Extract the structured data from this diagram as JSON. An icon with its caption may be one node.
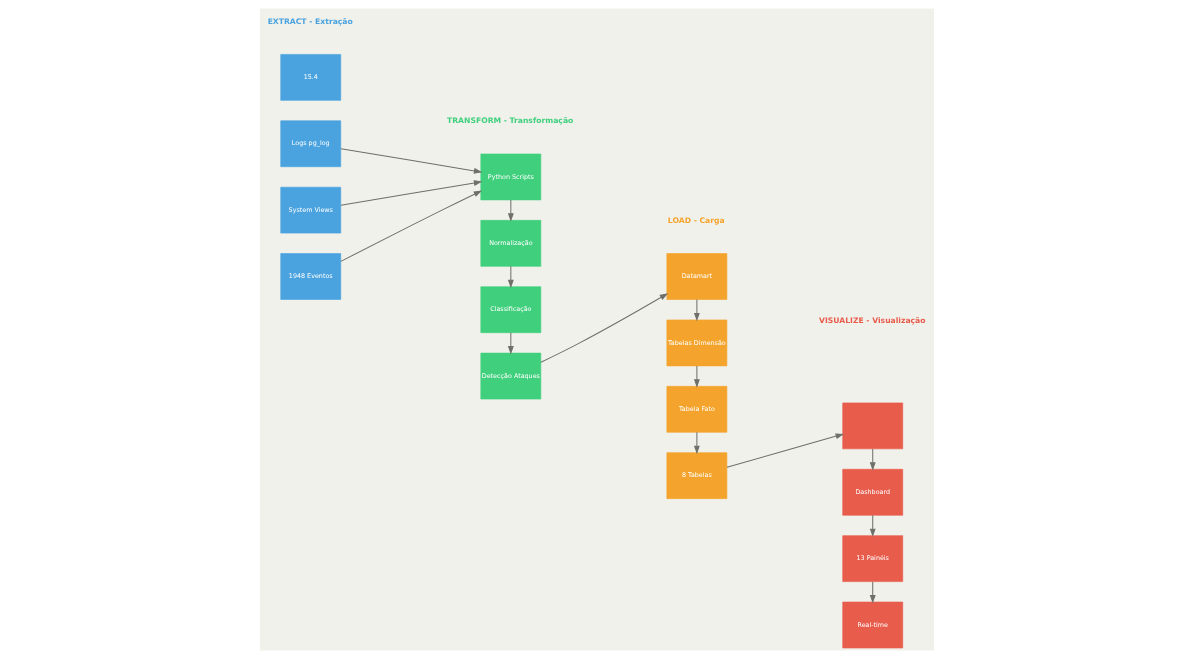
{
  "diagram": {
    "nodes": [
      {
        "text": [
          "15.4"
        ]
      },
      {
        "text": [
          "Logs pg_log"
        ]
      },
      {
        "text": [
          "System Views"
        ]
      },
      {
        "text": [
          "1948 Eventos"
        ]
      },
      {
        "text": [
          "Python Scripts"
        ]
      },
      {
        "text": [
          "Normalização"
        ]
      },
      {
        "text": [
          "Classificação"
        ]
      },
      {
        "text": [
          "Detecção Ataques"
        ]
      },
      {
        "text": [
          "Datamart"
        ]
      },
      {
        "text": [
          "Tabelas Dimensão"
        ]
      },
      {
        "text": [
          "Tabela Fato"
        ]
      },
      {
        "text": [
          "8 Tabelas"
        ]
      },
      {
        "text": [],
        "shape": "box"
      },
      {
        "text": [
          "Dashboard"
        ]
      },
      {
        "text": [
          "13 Painéis"
        ]
      },
      {
        "text": [
          "Real-time"
        ]
      }
    ],
    "edges": [
      {
        "from": 1,
        "to": 4,
        "arrow": "to"
      },
      {
        "from": 2,
        "to": 4,
        "arrow": "to"
      },
      {
        "from": 3,
        "to": 4,
        "arrow": "to"
      },
      {
        "from": 4,
        "to": 5,
        "arrow": "to"
      },
      {
        "from": 5,
        "to": 6,
        "arrow": "to"
      },
      {
        "from": 6,
        "to": 7,
        "arrow": "to"
      },
      {
        "from": 7,
        "to": 8,
        "arrow": "to"
      },
      {
        "from": 8,
        "to": 9,
        "arrow": "to"
      },
      {
        "from": 9,
        "to": 10,
        "arrow": "to"
      },
      {
        "from": 10,
        "to": 11,
        "arrow": "to"
      },
      {
        "from": 11,
        "to": 12,
        "arrow": "to"
      },
      {
        "from": 12,
        "to": 13,
        "arrow": "to"
      },
      {
        "from": 13,
        "to": 14,
        "arrow": "to"
      },
      {
        "from": 14,
        "to": 15,
        "arrow": "to"
      }
    ],
    "labels": [
      "EXTRACT - Extração",
      "TRANSFORM - Transformação",
      "LOAD - Carga",
      "VISUALIZE - Visualização"
    ]
  }
}
